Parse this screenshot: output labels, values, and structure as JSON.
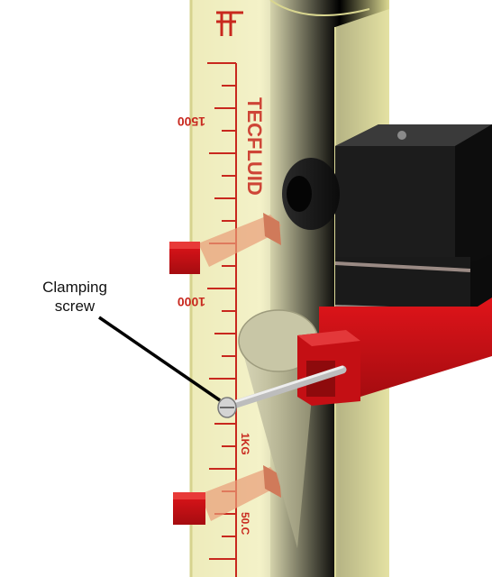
{
  "callout": {
    "line1": "Clamping",
    "line2": "screw"
  },
  "scale": {
    "tick_labels": [
      "1500",
      "1000"
    ],
    "brand_mark": "TECFLUID",
    "small_text": "1KG",
    "bottom_text": "50.C"
  },
  "colors": {
    "tube": "#efedb4",
    "tube_edge": "#d9d690",
    "scale_red": "#c8281e",
    "clip_red": "#c40f14",
    "connector_black": "#141414",
    "float_cone": "#b9b79a",
    "screw": "#c9c9c9"
  },
  "icons": {
    "connector": "solenoid-connector-icon",
    "float": "cone-float-icon",
    "clip": "clamp-clip-icon"
  }
}
